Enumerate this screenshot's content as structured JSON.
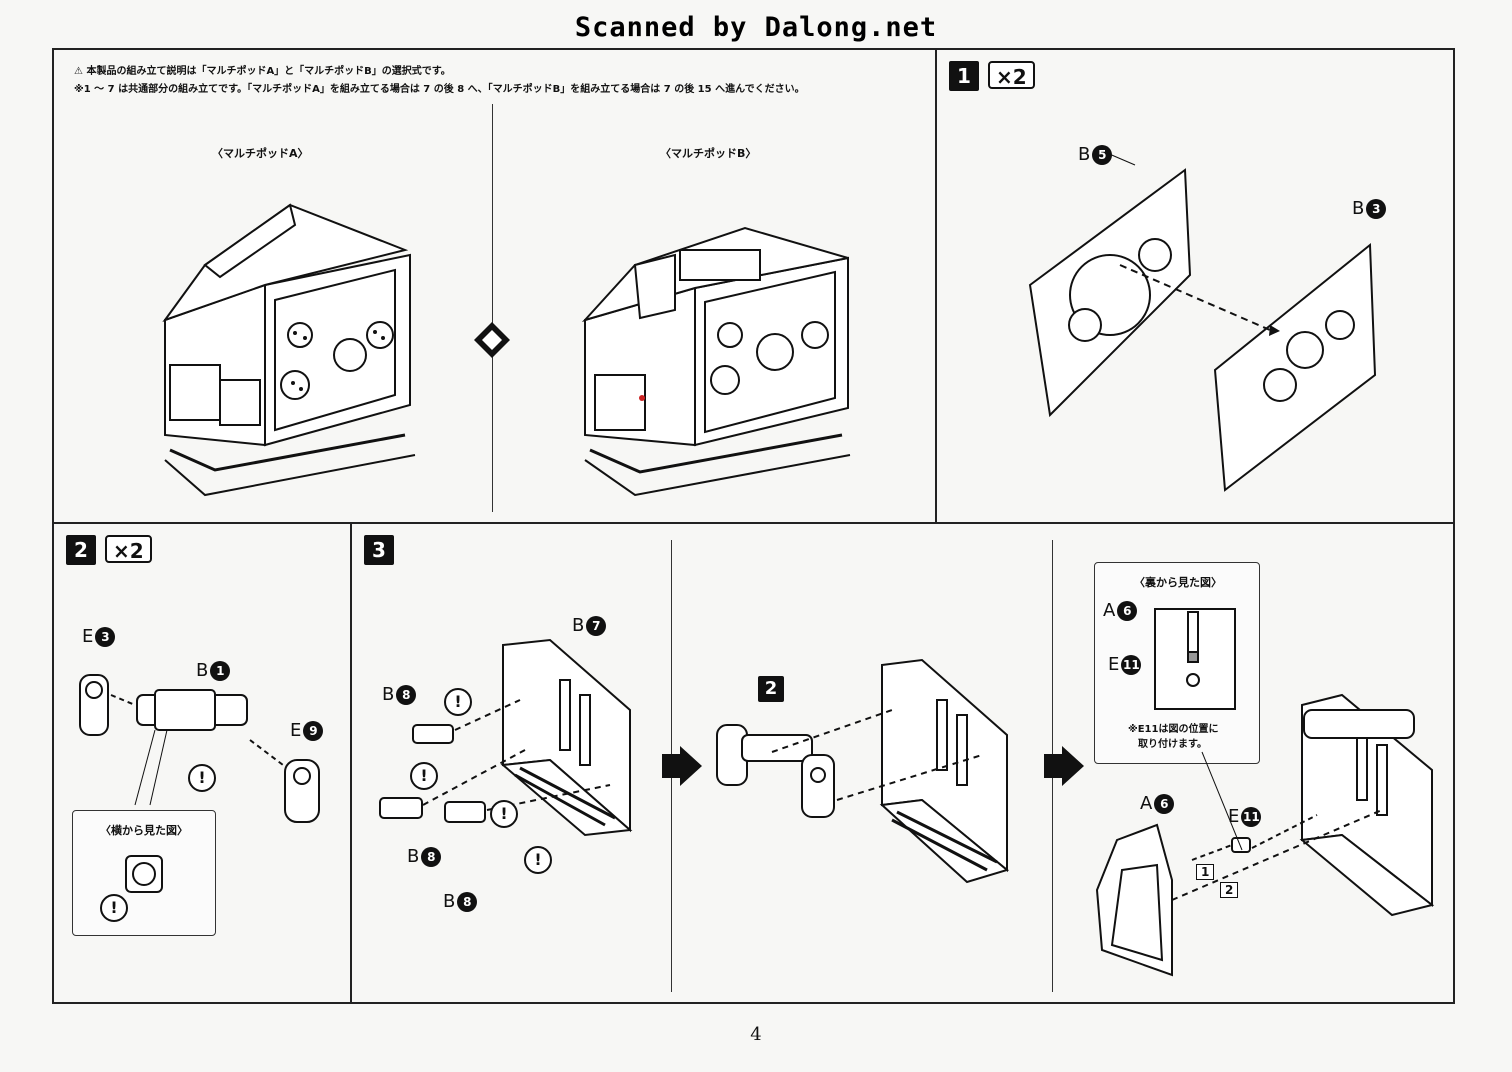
{
  "scan_title": "Scanned by Dalong.net",
  "intro": {
    "line1": "⚠ 本製品の組み立て説明は「マルチポッドA」と「マルチポッドB」の選択式です。",
    "line2": "※1 ～ 7 は共通部分の組み立てです。「マルチポッドA」を組み立てる場合は 7 の後 8 へ、「マルチポッドB」を組み立てる場合は 7 の後 15 へ進んでください。",
    "caption_a": "〈マルチポッドA〉",
    "caption_b": "〈マルチポッドB〉"
  },
  "step1": {
    "number": "1",
    "multiplier": "×2",
    "parts": [
      {
        "letter": "B",
        "num": "5"
      },
      {
        "letter": "B",
        "num": "3"
      }
    ]
  },
  "step2": {
    "number": "2",
    "multiplier": "×2",
    "parts": [
      {
        "letter": "E",
        "num": "3"
      },
      {
        "letter": "B",
        "num": "1"
      },
      {
        "letter": "E",
        "num": "9"
      }
    ],
    "side_view_caption": "〈横から見た図〉"
  },
  "step3": {
    "number": "3",
    "parts_a": [
      {
        "letter": "B",
        "num": "7"
      },
      {
        "letter": "B",
        "num": "8"
      },
      {
        "letter": "B",
        "num": "8"
      },
      {
        "letter": "B",
        "num": "8"
      }
    ],
    "sub_ref": "2",
    "back_view_caption": "〈裏から見た図〉",
    "back_view_parts": [
      {
        "letter": "A",
        "num": "6"
      },
      {
        "letter": "E",
        "num": "11"
      }
    ],
    "back_view_note_line1": "※E11は図の位置に",
    "back_view_note_line2": "取り付けます。",
    "parts_c": [
      {
        "letter": "A",
        "num": "6"
      },
      {
        "letter": "E",
        "num": "11"
      }
    ],
    "order_1": "1",
    "order_2": "2"
  },
  "warning_symbol": "!",
  "page_number": "4"
}
